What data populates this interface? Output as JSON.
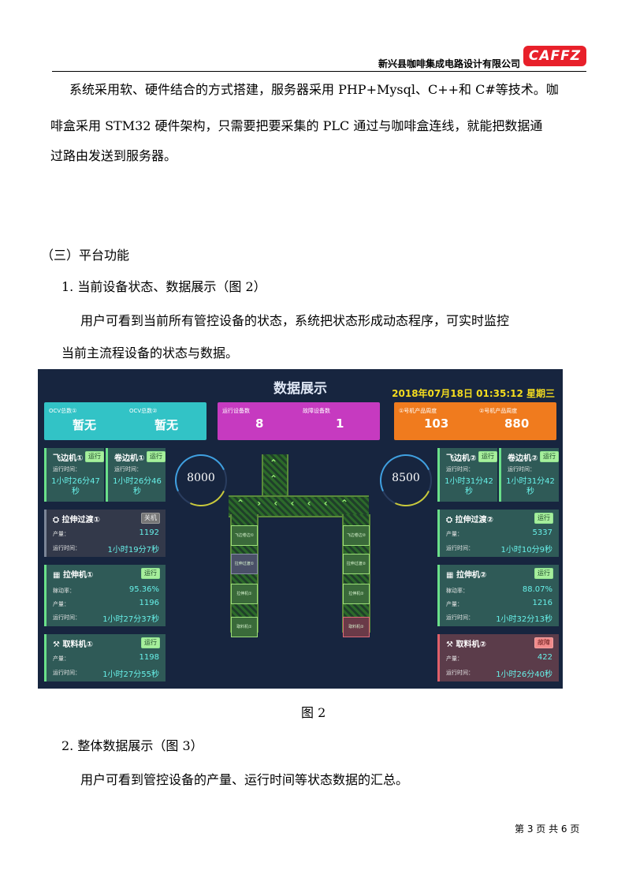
{
  "header": {
    "company": "新兴县咖啡集成电路设计有限公司",
    "logo_text": "CAFFZ"
  },
  "body": {
    "para1_l1": "系统采用软、硬件结合的方式搭建，服务器采用 PHP+Mysql、C++和 C#等技术。咖",
    "para1_l2": "啡盒采用 STM32 硬件架构，只需要把要采集的 PLC 通过与咖啡盒连线，就能把数据通",
    "para1_l3": "过路由发送到服务器。",
    "section3": "（三）平台功能",
    "item1": "1. 当前设备状态、数据展示（图 2）",
    "item1_desc_l1": "用户可看到当前所有管控设备的状态，系统把状态形成动态程序，可实时监控",
    "item1_desc_l2": "当前主流程设备的状态与数据。",
    "fig_caption": "图 2",
    "item2": "2. 整体数据展示（图 3）",
    "item2_desc": "用户可看到管控设备的产量、运行时间等状态数据的汇总。"
  },
  "footer": {
    "page": "第 3 页 共 6 页"
  },
  "dashboard": {
    "title": "数据展示",
    "datetime": "2018年07月18日 01:35:12 星期三",
    "kpis": {
      "ocv1_label": "OCV总数①",
      "ocv1_value": "暂无",
      "ocv2_label": "OCV总数②",
      "ocv2_value": "暂无",
      "run_label": "运行设备数",
      "run_value": "8",
      "fault_label": "故障设备数",
      "fault_value": "1",
      "p1_label": "①号机产品周度",
      "p1_value": "103",
      "p2_label": "②号机产品周度",
      "p2_value": "880"
    },
    "gauges": {
      "left": "8000",
      "right": "8500"
    },
    "left": {
      "fly1": {
        "name": "飞边机①",
        "badge": "运行",
        "sub": "运行时间：",
        "value": "1小时26分47秒"
      },
      "roll1": {
        "name": "卷边机①",
        "badge": "运行",
        "sub": "运行时间：",
        "value": "1小时26分46秒"
      },
      "pull_trans1": {
        "name": "拉伸过渡①",
        "badge": "关机",
        "s1": "产量：",
        "v1": "1192",
        "s2": "运行时间：",
        "v2": "1小时19分7秒"
      },
      "pull1": {
        "name": "拉伸机①",
        "badge": "运行",
        "s0": "稼动率：",
        "v0": "95.36%",
        "s1": "产量：",
        "v1": "1196",
        "s2": "运行时间：",
        "v2": "1小时27分37秒"
      },
      "take1": {
        "name": "取料机①",
        "badge": "运行",
        "s1": "产量：",
        "v1": "1198",
        "s2": "运行时间：",
        "v2": "1小时27分55秒"
      }
    },
    "right": {
      "fly2": {
        "name": "飞边机②",
        "badge": "运行",
        "sub": "运行时间：",
        "value": "1小时31分42秒"
      },
      "roll2": {
        "name": "卷边机②",
        "badge": "运行",
        "sub": "运行时间：",
        "value": "1小时31分42秒"
      },
      "pull_trans2": {
        "name": "拉伸过渡②",
        "badge": "运行",
        "s1": "产量：",
        "v1": "5337",
        "s2": "运行时间：",
        "v2": "1小时10分9秒"
      },
      "pull2": {
        "name": "拉伸机②",
        "badge": "运行",
        "s0": "稼动率：",
        "v0": "88.07%",
        "s1": "产量：",
        "v1": "1216",
        "s2": "运行时间：",
        "v2": "1小时32分13秒"
      },
      "take2": {
        "name": "取料机②",
        "badge": "故障",
        "s1": "产量：",
        "v1": "422",
        "s2": "运行时间：",
        "v2": "1小时26分40秒"
      }
    },
    "flow": {
      "l1": "飞边卷边①",
      "l2": "拉伸过渡①",
      "l3": "拉伸机①",
      "l4": "取料机①",
      "r1": "飞边卷边②",
      "r2": "拉伸过渡②",
      "r3": "拉伸机②",
      "r4": "取料机②"
    }
  }
}
